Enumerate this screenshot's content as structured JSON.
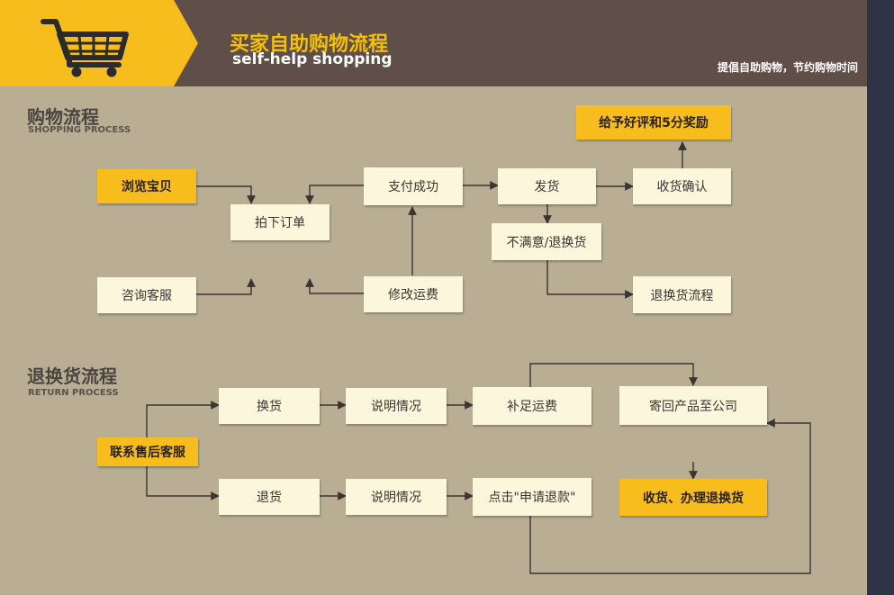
{
  "header": {
    "title": "买家自助购物流程",
    "subtitle": "self-help shopping",
    "slogan": "提倡自助购物，节约购物时间"
  },
  "shopping": {
    "title": "购物流程",
    "subtitle": "SHOPPING PROCESS",
    "nodes": {
      "browse": "浏览宝贝",
      "order": "拍下订单",
      "consult": "咨询客服",
      "pay_success": "支付成功",
      "modify_shipping": "修改运费",
      "ship": "发货",
      "unsatisfied": "不满意/退换货",
      "confirm_receipt": "收货确认",
      "reward": "给予好评和5分奖励",
      "return_flow": "退换货流程"
    }
  },
  "returns": {
    "title": "退换货流程",
    "subtitle": "RETURN PROCESS",
    "nodes": {
      "contact": "联系售后客服",
      "exchange": "换货",
      "explain_exchange": "说明情况",
      "supplement_shipping": "补足运费",
      "send_back": "寄回产品至公司",
      "refund": "退货",
      "explain_refund": "说明情况",
      "apply_refund": "点击\"申请退款\"",
      "receive_process": "收货、办理退换货"
    }
  },
  "colors": {
    "header_bg": "#5f4f48",
    "accent_yellow": "#f7bd1c",
    "page_bg": "#b9ae93",
    "box_bg": "#fbf6dc",
    "line": "#3a3530"
  },
  "icons": {
    "cart": "shopping-cart-icon"
  }
}
